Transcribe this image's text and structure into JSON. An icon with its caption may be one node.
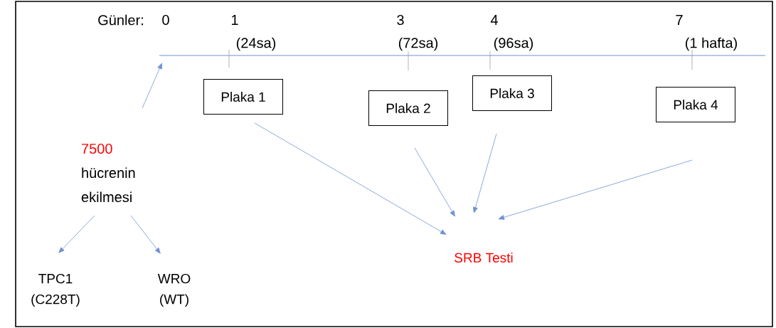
{
  "diagram": {
    "nodes": [
      {
        "text": [],
        "shape": "bar"
      },
      {
        "text": [
          "Plaka 1"
        ]
      },
      {
        "text": [
          "Plaka 2"
        ]
      },
      {
        "text": [
          "Plaka 3"
        ]
      },
      {
        "text": [
          "Plaka 4"
        ]
      },
      {
        "text": [
          "7500",
          "hücrenin ekilmesi"
        ]
      },
      {
        "text": [
          "TPC1 (C228T)"
        ]
      },
      {
        "text": [
          "WRO (WT)"
        ]
      },
      {
        "text": [
          "SRB Testi"
        ]
      }
    ],
    "edges": [
      {
        "from": 5,
        "to": 0,
        "arrow": "to"
      },
      {
        "from": 1,
        "to": 8,
        "arrow": "to"
      },
      {
        "from": 2,
        "to": 8,
        "arrow": "to"
      },
      {
        "from": 3,
        "to": 8,
        "arrow": "to"
      },
      {
        "from": 4,
        "to": 8,
        "arrow": "to"
      },
      {
        "from": 5,
        "to": 6,
        "arrow": "to"
      },
      {
        "from": 5,
        "to": 7,
        "arrow": "to"
      }
    ],
    "labels": [
      "Günler:",
      "0",
      "1",
      "(24sa)",
      "3",
      "(72sa)",
      "4",
      "(96sa)",
      "7",
      "(1 hafta)"
    ]
  }
}
